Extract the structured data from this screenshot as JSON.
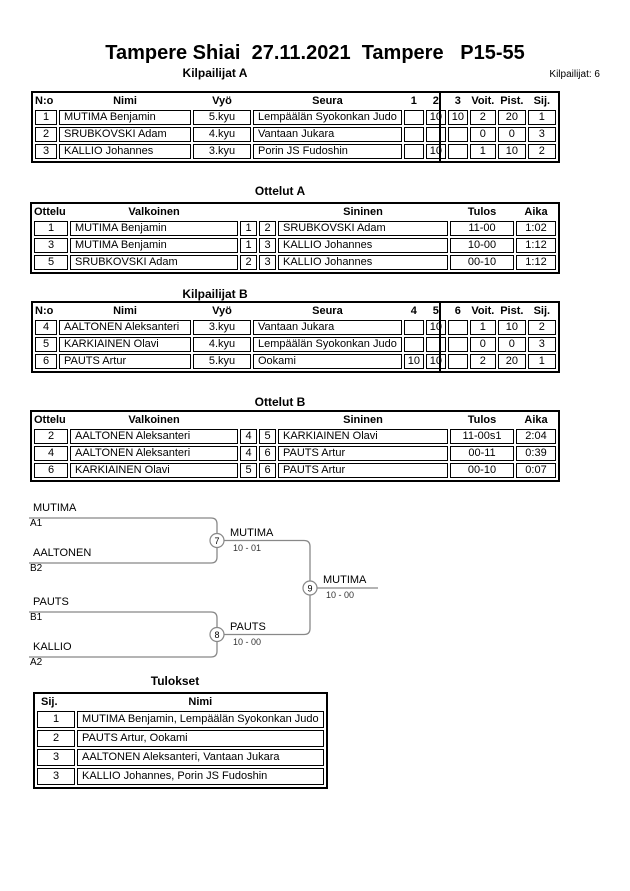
{
  "page": {
    "title": "Tampere Shiai  27.11.2021  Tampere   P15-55",
    "competitors_count_label": "Kilpailijat: 6"
  },
  "colors": {
    "text": "#000000",
    "bracket_line_gray": "#888888",
    "bracket_score_gray": "#333333",
    "table_border": "#000000"
  },
  "sections": {
    "kilpailijat_a": {
      "title": "Kilpailijat A",
      "headers": [
        "N:o",
        "Nimi",
        "Vyö",
        "Seura",
        "1",
        "2",
        "3",
        "Voit.",
        "Pist.",
        "Sij."
      ],
      "rows": [
        [
          "1",
          "MUTIMA Benjamin",
          "5.kyu",
          "Lempäälän Syokonkan Judo",
          "",
          "10",
          "10",
          "2",
          "20",
          "1"
        ],
        [
          "2",
          "SRUBKOVSKI Adam",
          "4.kyu",
          "Vantaan Jukara",
          "",
          "",
          "",
          "0",
          "0",
          "3"
        ],
        [
          "3",
          "KALLIO Johannes",
          "3.kyu",
          "Porin JS Fudoshin",
          "",
          "10",
          "",
          "1",
          "10",
          "2"
        ]
      ]
    },
    "ottelut_a": {
      "title": "Ottelut A",
      "headers": [
        "Ottelu",
        "Valkoinen",
        "",
        "",
        "Sininen",
        "Tulos",
        "Aika"
      ],
      "rows": [
        [
          "1",
          "MUTIMA Benjamin",
          "1",
          "2",
          "SRUBKOVSKI Adam",
          "11-00",
          "1:02"
        ],
        [
          "3",
          "MUTIMA Benjamin",
          "1",
          "3",
          "KALLIO Johannes",
          "10-00",
          "1:12"
        ],
        [
          "5",
          "SRUBKOVSKI Adam",
          "2",
          "3",
          "KALLIO Johannes",
          "00-10",
          "1:12"
        ]
      ]
    },
    "kilpailijat_b": {
      "title": "Kilpailijat B",
      "headers": [
        "N:o",
        "Nimi",
        "Vyö",
        "Seura",
        "4",
        "5",
        "6",
        "Voit.",
        "Pist.",
        "Sij."
      ],
      "rows": [
        [
          "4",
          "AALTONEN Aleksanteri",
          "3.kyu",
          "Vantaan Jukara",
          "",
          "10",
          "",
          "1",
          "10",
          "2"
        ],
        [
          "5",
          "KARKIAINEN Olavi",
          "4.kyu",
          "Lempäälän Syokonkan Judo",
          "",
          "",
          "",
          "0",
          "0",
          "3"
        ],
        [
          "6",
          "PAUTS Artur",
          "5.kyu",
          "Ookami",
          "10",
          "10",
          "",
          "2",
          "20",
          "1"
        ]
      ]
    },
    "ottelut_b": {
      "title": "Ottelut B",
      "headers": [
        "Ottelu",
        "Valkoinen",
        "",
        "",
        "Sininen",
        "Tulos",
        "Aika"
      ],
      "rows": [
        [
          "2",
          "AALTONEN Aleksanteri",
          "4",
          "5",
          "KARKIAINEN Olavi",
          "11-00s1",
          "2:04"
        ],
        [
          "4",
          "AALTONEN Aleksanteri",
          "4",
          "6",
          "PAUTS Artur",
          "00-11",
          "0:39"
        ],
        [
          "6",
          "KARKIAINEN Olavi",
          "5",
          "6",
          "PAUTS Artur",
          "00-10",
          "0:07"
        ]
      ]
    },
    "bracket": {
      "players": [
        {
          "name": "MUTIMA",
          "seed": "A1"
        },
        {
          "name": "AALTONEN",
          "seed": "B2"
        },
        {
          "name": "PAUTS",
          "seed": "B1"
        },
        {
          "name": "KALLIO",
          "seed": "A2"
        }
      ],
      "matches": [
        {
          "number": "7",
          "winner": "MUTIMA",
          "score": "10 - 01"
        },
        {
          "number": "8",
          "winner": "PAUTS",
          "score": "10 - 00"
        },
        {
          "number": "9",
          "winner": "MUTIMA",
          "score": "10 - 00"
        }
      ]
    },
    "tulokset": {
      "title": "Tulokset",
      "headers": [
        "Sij.",
        "Nimi"
      ],
      "rows": [
        [
          "1",
          "MUTIMA Benjamin, Lempäälän Syokonkan Judo"
        ],
        [
          "2",
          "PAUTS Artur, Ookami"
        ],
        [
          "3",
          "AALTONEN Aleksanteri, Vantaan Jukara"
        ],
        [
          "3",
          "KALLIO Johannes, Porin JS Fudoshin"
        ]
      ]
    }
  }
}
